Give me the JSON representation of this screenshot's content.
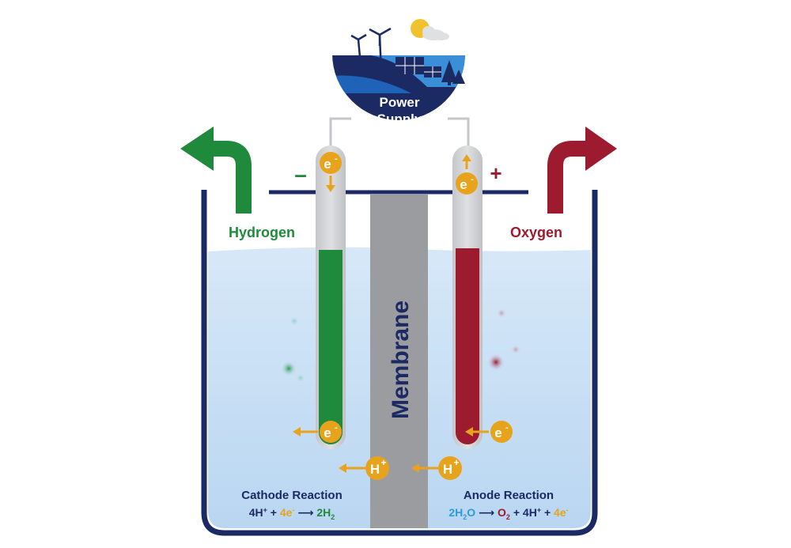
{
  "power_supply": {
    "line1": "Power",
    "line2": "Supply"
  },
  "terminals": {
    "negative": "–",
    "positive": "+"
  },
  "outputs": {
    "hydrogen": "Hydrogen",
    "oxygen": "Oxygen"
  },
  "membrane_label": "Membrane",
  "particles": {
    "electron": "e",
    "electron_sup": "-",
    "proton": "H",
    "proton_sup": "+"
  },
  "cathode": {
    "title": "Cathode Reaction",
    "eq": {
      "a": "4H",
      "a_sup": "+",
      "plus1": " + ",
      "b": "4e",
      "b_sup": "-",
      "arrow": " ⟶ ",
      "c": "2H",
      "c_sub": "2"
    }
  },
  "anode": {
    "title": "Anode Reaction",
    "eq": {
      "a": "2H",
      "a_sub": "2",
      "a2": "O",
      "arrow": " ⟶ ",
      "b": "O",
      "b_sub": "2",
      "plus1": " + ",
      "c": "4H",
      "c_sup": "+",
      "plus2": " + ",
      "d": "4e",
      "d_sup": "-"
    }
  },
  "colors": {
    "navy": "#1b2a63",
    "hydrogen_green": "#1f8a3b",
    "oxygen_red": "#9c1b2e",
    "electron_orange": "#e8a31c",
    "water_blue": "#cfe3f6",
    "membrane_gray": "#9a9ca0",
    "water_formula_blue": "#2f9bd6"
  }
}
